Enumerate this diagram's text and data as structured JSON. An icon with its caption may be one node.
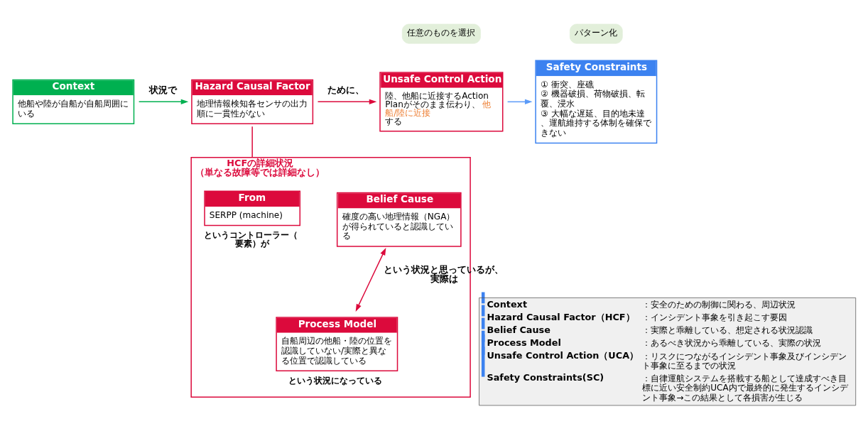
{
  "diagram": {
    "nodes": [
      {
        "text": [
          "Context",
          "他船や陸が自船が自船周囲にいる"
        ]
      },
      {
        "text": [
          "Hazard Causal Factor",
          "地理情報検知各センサの出力順に一貫性がない"
        ]
      },
      {
        "text": [
          "任意のものを選択"
        ]
      },
      {
        "text": [
          "Unsafe Control Action",
          "陸、他船に近接するAction Planがそのまま伝わり、**他船/陸に近接**する"
        ]
      },
      {
        "text": [
          "パターン化"
        ]
      },
      {
        "text": [
          "Safety Constraints",
          "① 衝突、座礁",
          "② 機器破損、荷物破損、転覆、浸水",
          "③ 大幅な遅延、目的地未達、運航維持する体制を確保できない"
        ]
      },
      {
        "text": [
          "HCFの詳細状況",
          "（単なる故障等では詳細なし）"
        ]
      },
      {
        "text": [
          "From",
          "SERPP (machine)"
        ],
        "in": 6,
        "beside": [
          "というコントローラー（要素）が"
        ]
      },
      {
        "text": [
          "Belief Cause",
          "確度の高い地理情報（NGA）が得られていると認識している"
        ],
        "in": 6
      },
      {
        "text": [
          "Process Model",
          "自船周辺の他船・陸の位置を認識していない/実際と異なる位置で認識している"
        ],
        "in": 6,
        "beside": [
          "という状況になっている"
        ]
      },
      {
        "text": [
          "Context",
          "：安全のための制御に関わる、周辺状況",
          "Hazard Causal Factor（HCF）",
          "：インシデント事象を引き起こす要因",
          "Belief Cause",
          "：実際と乖離している、想定される状況認識",
          "Process Model",
          "：あるべき状況から乖離している、実際の状況",
          "Unsafe Control Action（UCA）",
          "：リスクにつながるインシデント事象及びインシデント事象に至るまでの状況",
          "Safety Constraints(SC)",
          "：自律運航システムを搭載する船として達成すべき目標に近い安全制約UCA内で最終的に発生するインシデント事象→この結果として各損害が生じる"
        ]
      }
    ],
    "edges": [
      {
        "from": 0,
        "to": 1,
        "arrow": "to",
        "label": "状況で",
        "color": "#00b050"
      },
      {
        "from": 1,
        "to": 3,
        "arrow": "to",
        "label": "ために、"
      },
      {
        "from": 3,
        "to": 5,
        "arrow": "to",
        "color": "#5b9bf8"
      },
      {
        "from": 1,
        "to": 6,
        "arrow": "none"
      },
      {
        "from": 8,
        "to": 9,
        "arrow": "both",
        "label": "という状況と思っているが、実際は"
      }
    ]
  }
}
